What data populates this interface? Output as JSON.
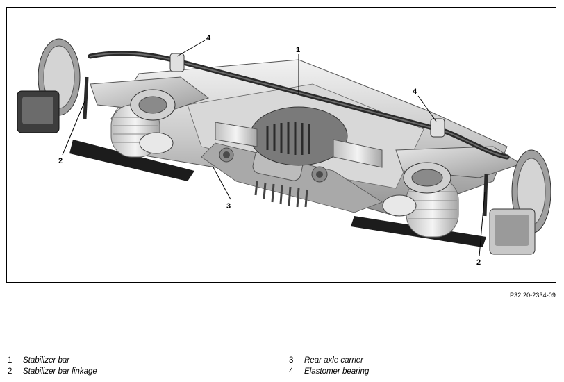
{
  "figure": {
    "code": "P32.20-2334-09",
    "callouts": [
      "1",
      "2",
      "3",
      "4",
      "4",
      "2"
    ]
  },
  "legend": [
    {
      "num": "1",
      "label": "Stabilizer bar"
    },
    {
      "num": "2",
      "label": "Stabilizer bar linkage"
    },
    {
      "num": "3",
      "label": "Rear axle carrier"
    },
    {
      "num": "4",
      "label": "Elastomer bearing"
    }
  ]
}
